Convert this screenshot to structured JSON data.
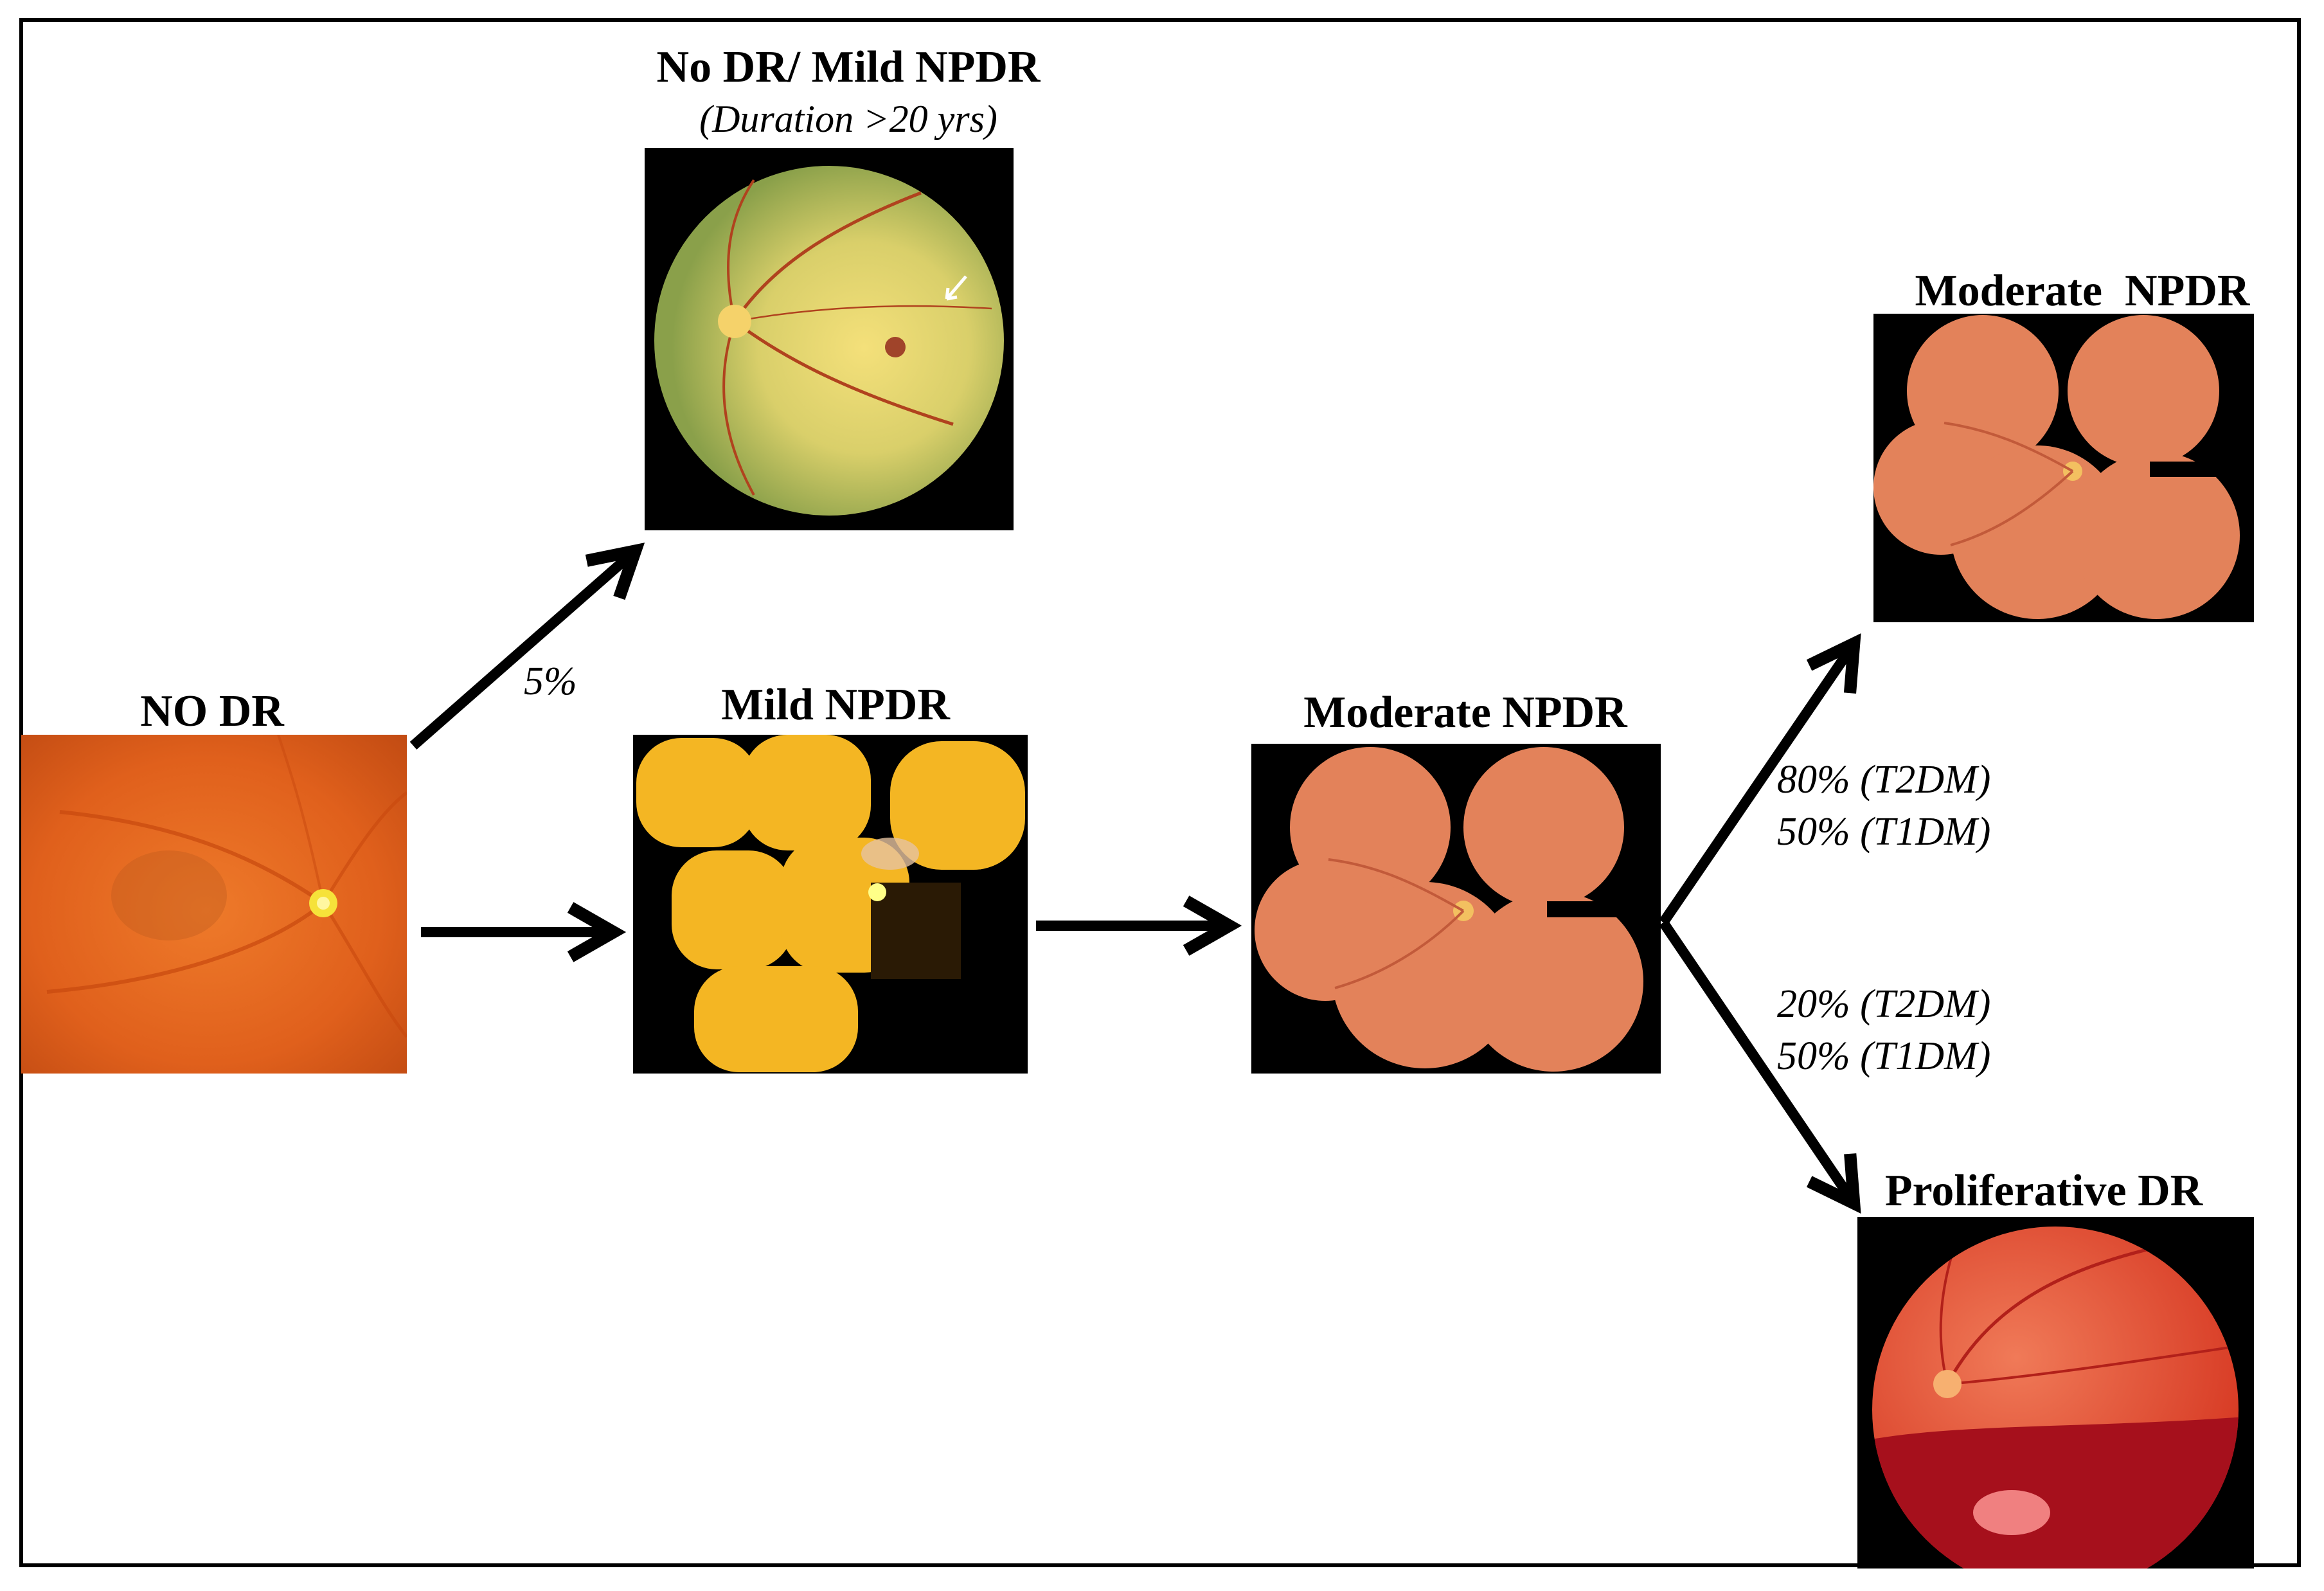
{
  "stages": {
    "no_dr": {
      "title": "NO DR"
    },
    "no_dr_mild_npdr": {
      "title": "No DR/ Mild NPDR",
      "subtitle": "(Duration >20 yrs)"
    },
    "mild_npdr": {
      "title": "Mild NPDR"
    },
    "moderate_npdr_center": {
      "title": "Moderate NPDR"
    },
    "moderate_npdr_top": {
      "title": "Moderate  NPDR"
    },
    "proliferative_dr": {
      "title": "Proliferative DR"
    }
  },
  "transitions": {
    "no_dr_to_long_duration": {
      "label": "5%"
    },
    "moderate_to_moderate": {
      "line1": "80% (T2DM)",
      "line2": "50% (T1DM)"
    },
    "moderate_to_proliferative": {
      "line1": "20% (T2DM)",
      "line2": "50% (T1DM)"
    }
  },
  "colors": {
    "border": "#000000",
    "arrow": "#000000",
    "background": "#ffffff"
  }
}
